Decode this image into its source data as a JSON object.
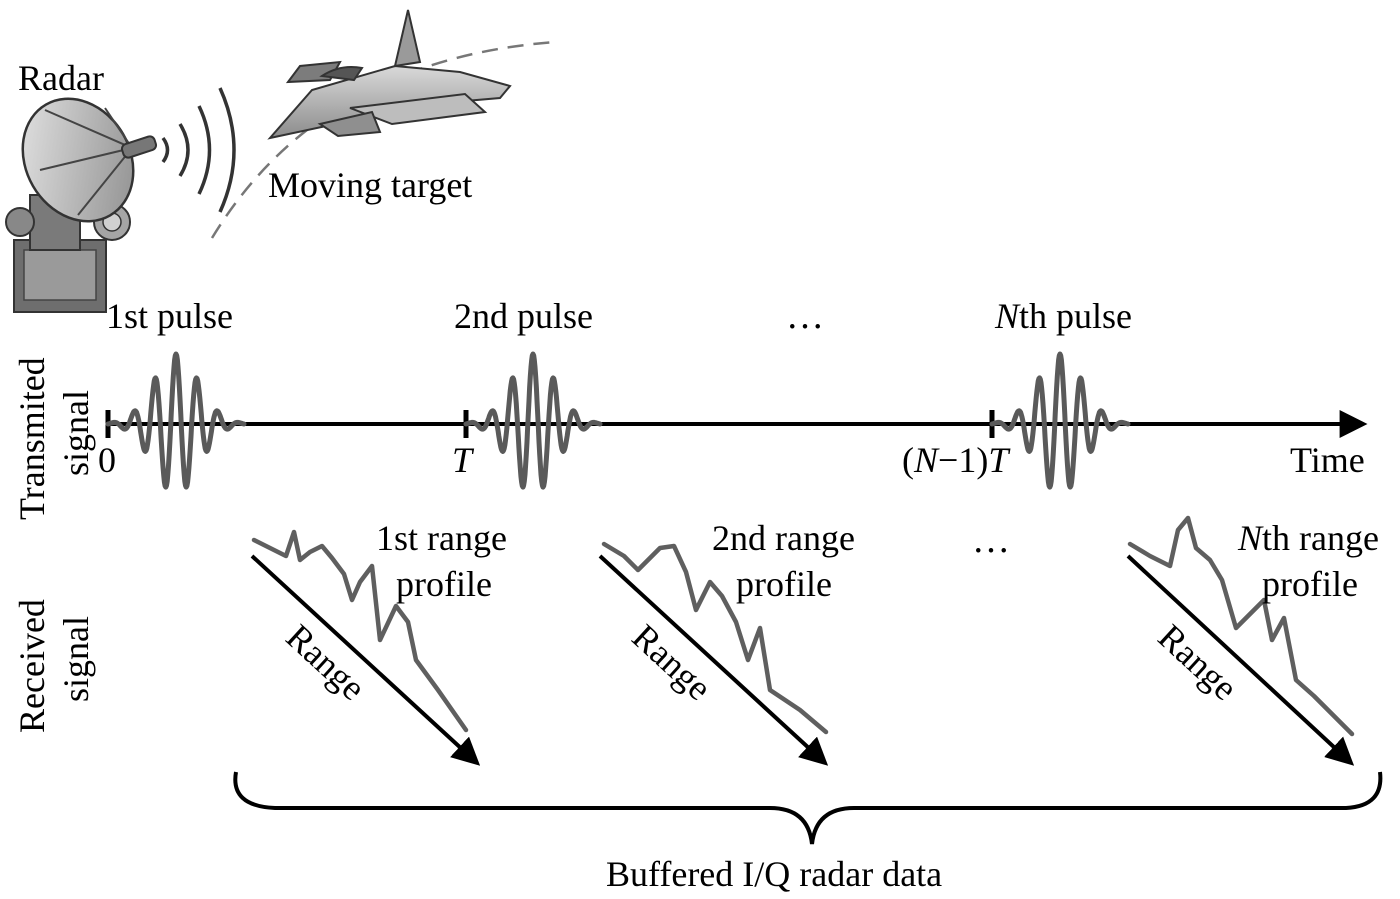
{
  "radar_label": "Radar",
  "target_label": "Moving target",
  "pulses": [
    {
      "label_prefix": "",
      "label_rest": "1st pulse",
      "time_prefix": "",
      "time_italic": "",
      "time_label": "0"
    },
    {
      "label_prefix": "",
      "label_rest": "2nd pulse",
      "time_prefix": "",
      "time_italic": "T",
      "time_label": ""
    },
    {
      "label_prefix": "N",
      "label_rest": "th pulse",
      "time_prefix": "(",
      "time_italic": "N",
      "time_label": "−1)"
    }
  ],
  "nth_time_T": "T",
  "ellipsis": "…",
  "time_axis_label": "Time",
  "row_labels": {
    "transmitted_1": "Transmited",
    "transmitted_2": "signal",
    "received_1": "Received",
    "received_2": "signal"
  },
  "profiles": [
    {
      "line1_prefix": "",
      "line1": "1st range",
      "line2": "profile",
      "axis": "Range"
    },
    {
      "line1_prefix": "",
      "line1": "2nd range",
      "line2": "profile",
      "axis": "Range"
    },
    {
      "line1_prefix": "N",
      "line1": "th range",
      "line2": "profile",
      "axis": "Range"
    }
  ],
  "brace_label": "Buffered I/Q radar data",
  "colors": {
    "signal": "#5a5a5a",
    "axis": "#000000",
    "dish": "#bcbcbc"
  }
}
